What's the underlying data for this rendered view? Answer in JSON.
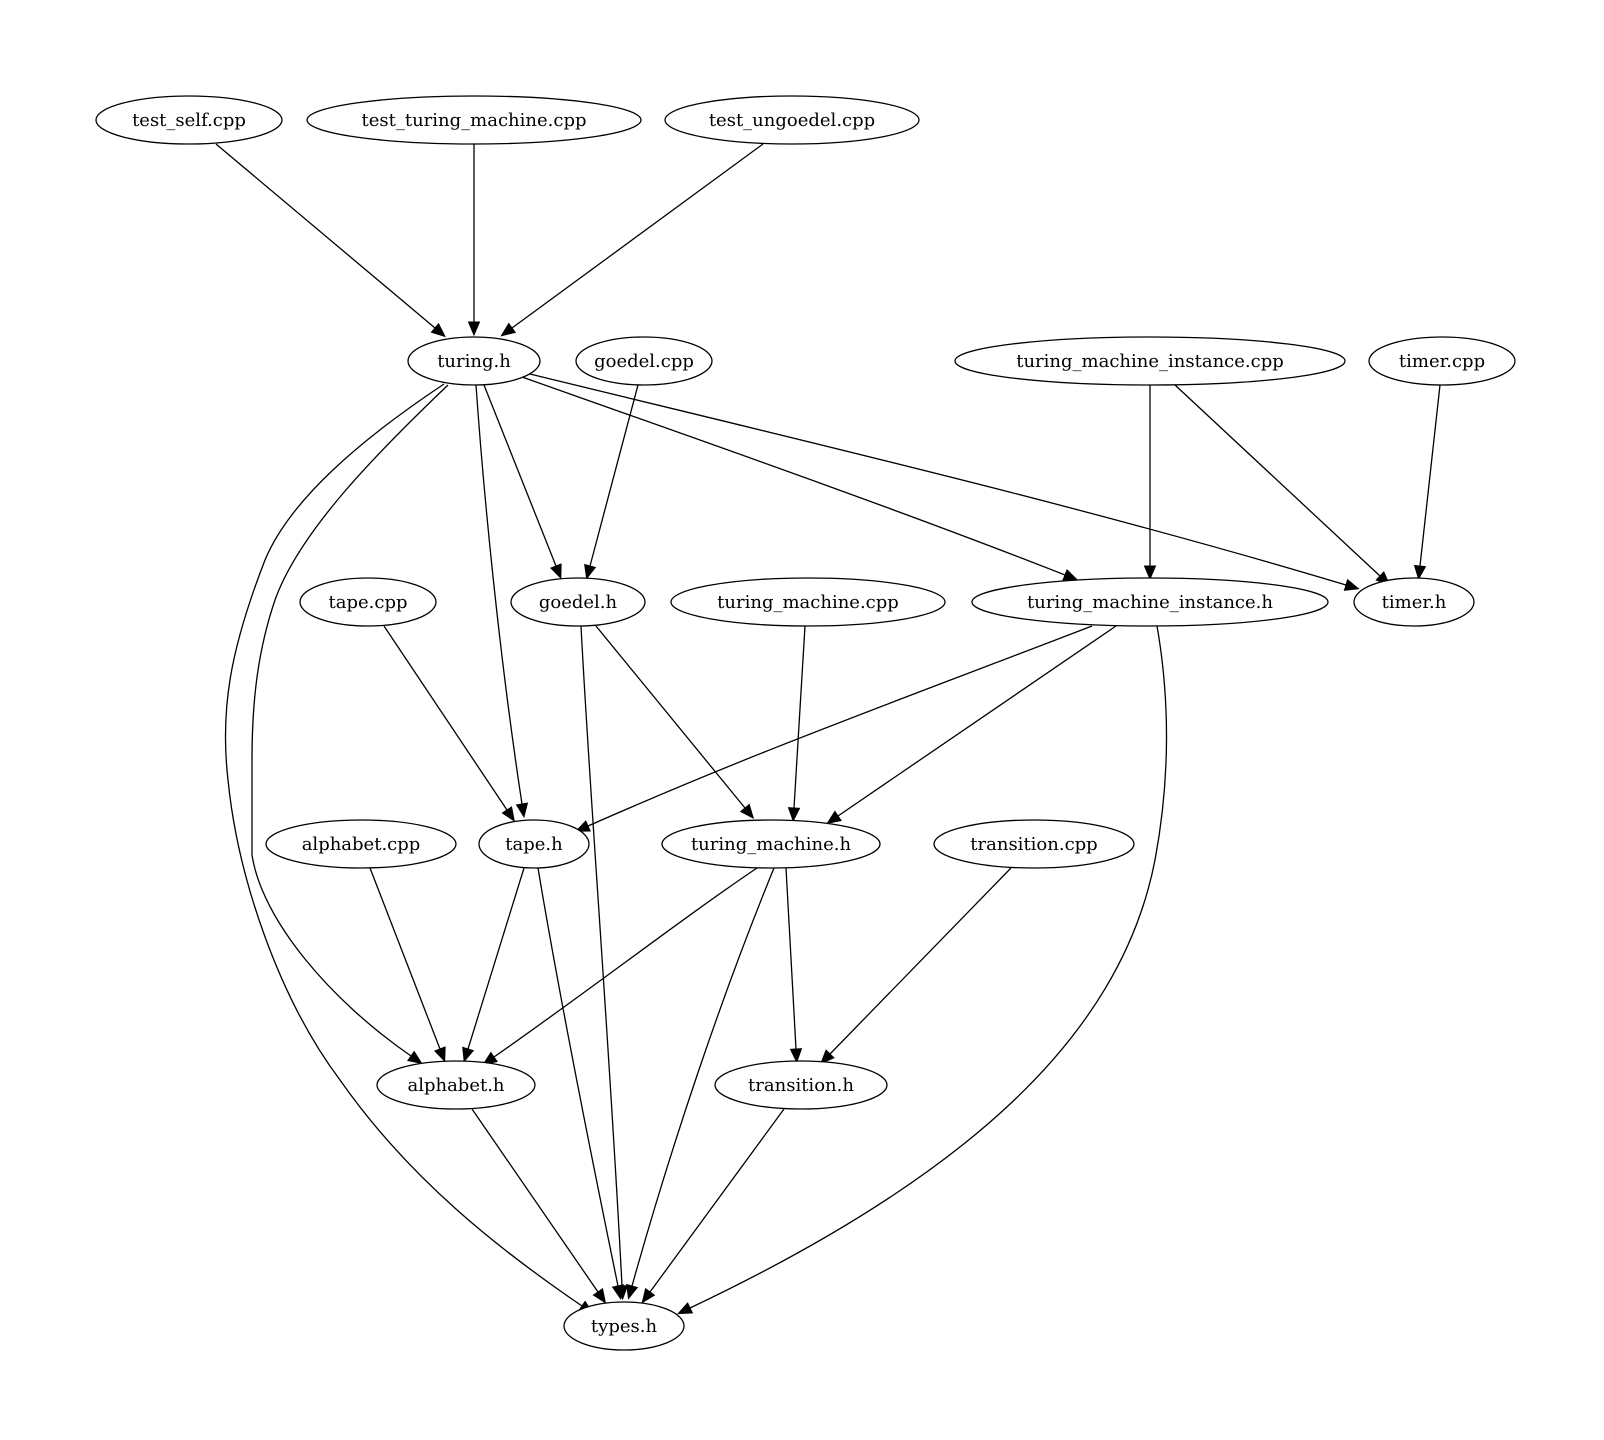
{
  "graph": {
    "nodes": [
      {
        "id": "test_self_cpp",
        "label": "test_self.cpp"
      },
      {
        "id": "test_turing_machine_cpp",
        "label": "test_turing_machine.cpp"
      },
      {
        "id": "test_ungoedel_cpp",
        "label": "test_ungoedel.cpp"
      },
      {
        "id": "turing_h",
        "label": "turing.h"
      },
      {
        "id": "goedel_cpp",
        "label": "goedel.cpp"
      },
      {
        "id": "turing_machine_instance_cpp",
        "label": "turing_machine_instance.cpp"
      },
      {
        "id": "timer_cpp",
        "label": "timer.cpp"
      },
      {
        "id": "tape_cpp",
        "label": "tape.cpp"
      },
      {
        "id": "goedel_h",
        "label": "goedel.h"
      },
      {
        "id": "turing_machine_cpp",
        "label": "turing_machine.cpp"
      },
      {
        "id": "turing_machine_instance_h",
        "label": "turing_machine_instance.h"
      },
      {
        "id": "timer_h",
        "label": "timer.h"
      },
      {
        "id": "alphabet_cpp",
        "label": "alphabet.cpp"
      },
      {
        "id": "tape_h",
        "label": "tape.h"
      },
      {
        "id": "turing_machine_h",
        "label": "turing_machine.h"
      },
      {
        "id": "transition_cpp",
        "label": "transition.cpp"
      },
      {
        "id": "alphabet_h",
        "label": "alphabet.h"
      },
      {
        "id": "transition_h",
        "label": "transition.h"
      },
      {
        "id": "types_h",
        "label": "types.h"
      }
    ],
    "edges": [
      {
        "from": "test_self_cpp",
        "to": "turing_h"
      },
      {
        "from": "test_turing_machine_cpp",
        "to": "turing_h"
      },
      {
        "from": "test_ungoedel_cpp",
        "to": "turing_h"
      },
      {
        "from": "turing_h",
        "to": "types_h"
      },
      {
        "from": "turing_h",
        "to": "alphabet_h"
      },
      {
        "from": "turing_h",
        "to": "tape_h"
      },
      {
        "from": "turing_h",
        "to": "goedel_h"
      },
      {
        "from": "turing_h",
        "to": "turing_machine_instance_h"
      },
      {
        "from": "turing_h",
        "to": "timer_h"
      },
      {
        "from": "goedel_cpp",
        "to": "goedel_h"
      },
      {
        "from": "turing_machine_instance_cpp",
        "to": "turing_machine_instance_h"
      },
      {
        "from": "turing_machine_instance_cpp",
        "to": "timer_h"
      },
      {
        "from": "timer_cpp",
        "to": "timer_h"
      },
      {
        "from": "tape_cpp",
        "to": "tape_h"
      },
      {
        "from": "goedel_h",
        "to": "types_h"
      },
      {
        "from": "goedel_h",
        "to": "turing_machine_h"
      },
      {
        "from": "turing_machine_cpp",
        "to": "turing_machine_h"
      },
      {
        "from": "turing_machine_instance_h",
        "to": "tape_h"
      },
      {
        "from": "turing_machine_instance_h",
        "to": "turing_machine_h"
      },
      {
        "from": "turing_machine_instance_h",
        "to": "types_h"
      },
      {
        "from": "alphabet_cpp",
        "to": "alphabet_h"
      },
      {
        "from": "tape_h",
        "to": "alphabet_h"
      },
      {
        "from": "tape_h",
        "to": "types_h"
      },
      {
        "from": "turing_machine_h",
        "to": "alphabet_h"
      },
      {
        "from": "turing_machine_h",
        "to": "types_h"
      },
      {
        "from": "turing_machine_h",
        "to": "transition_h"
      },
      {
        "from": "transition_cpp",
        "to": "transition_h"
      },
      {
        "from": "alphabet_h",
        "to": "types_h"
      },
      {
        "from": "transition_h",
        "to": "types_h"
      }
    ]
  }
}
